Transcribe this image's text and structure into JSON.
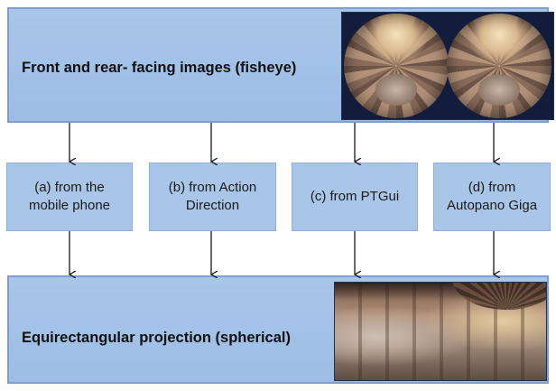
{
  "top": {
    "title": "Front and rear- facing images (fisheye)",
    "image_alt": "fisheye image pair"
  },
  "methods": [
    {
      "line1": "(a) from the",
      "line2": "mobile phone"
    },
    {
      "line1": "(b) from Action",
      "line2": "Direction"
    },
    {
      "line1": "(c) from PTGui",
      "line2": ""
    },
    {
      "line1": "(d) from",
      "line2": "Autopano Giga"
    }
  ],
  "bottom": {
    "title": "Equirectangular projection (spherical)",
    "image_alt": "equirectangular panorama"
  },
  "colors": {
    "box_fill": "#a9c6e9",
    "box_border": "#7f9fcf",
    "arrow": "#1a1a1a"
  }
}
